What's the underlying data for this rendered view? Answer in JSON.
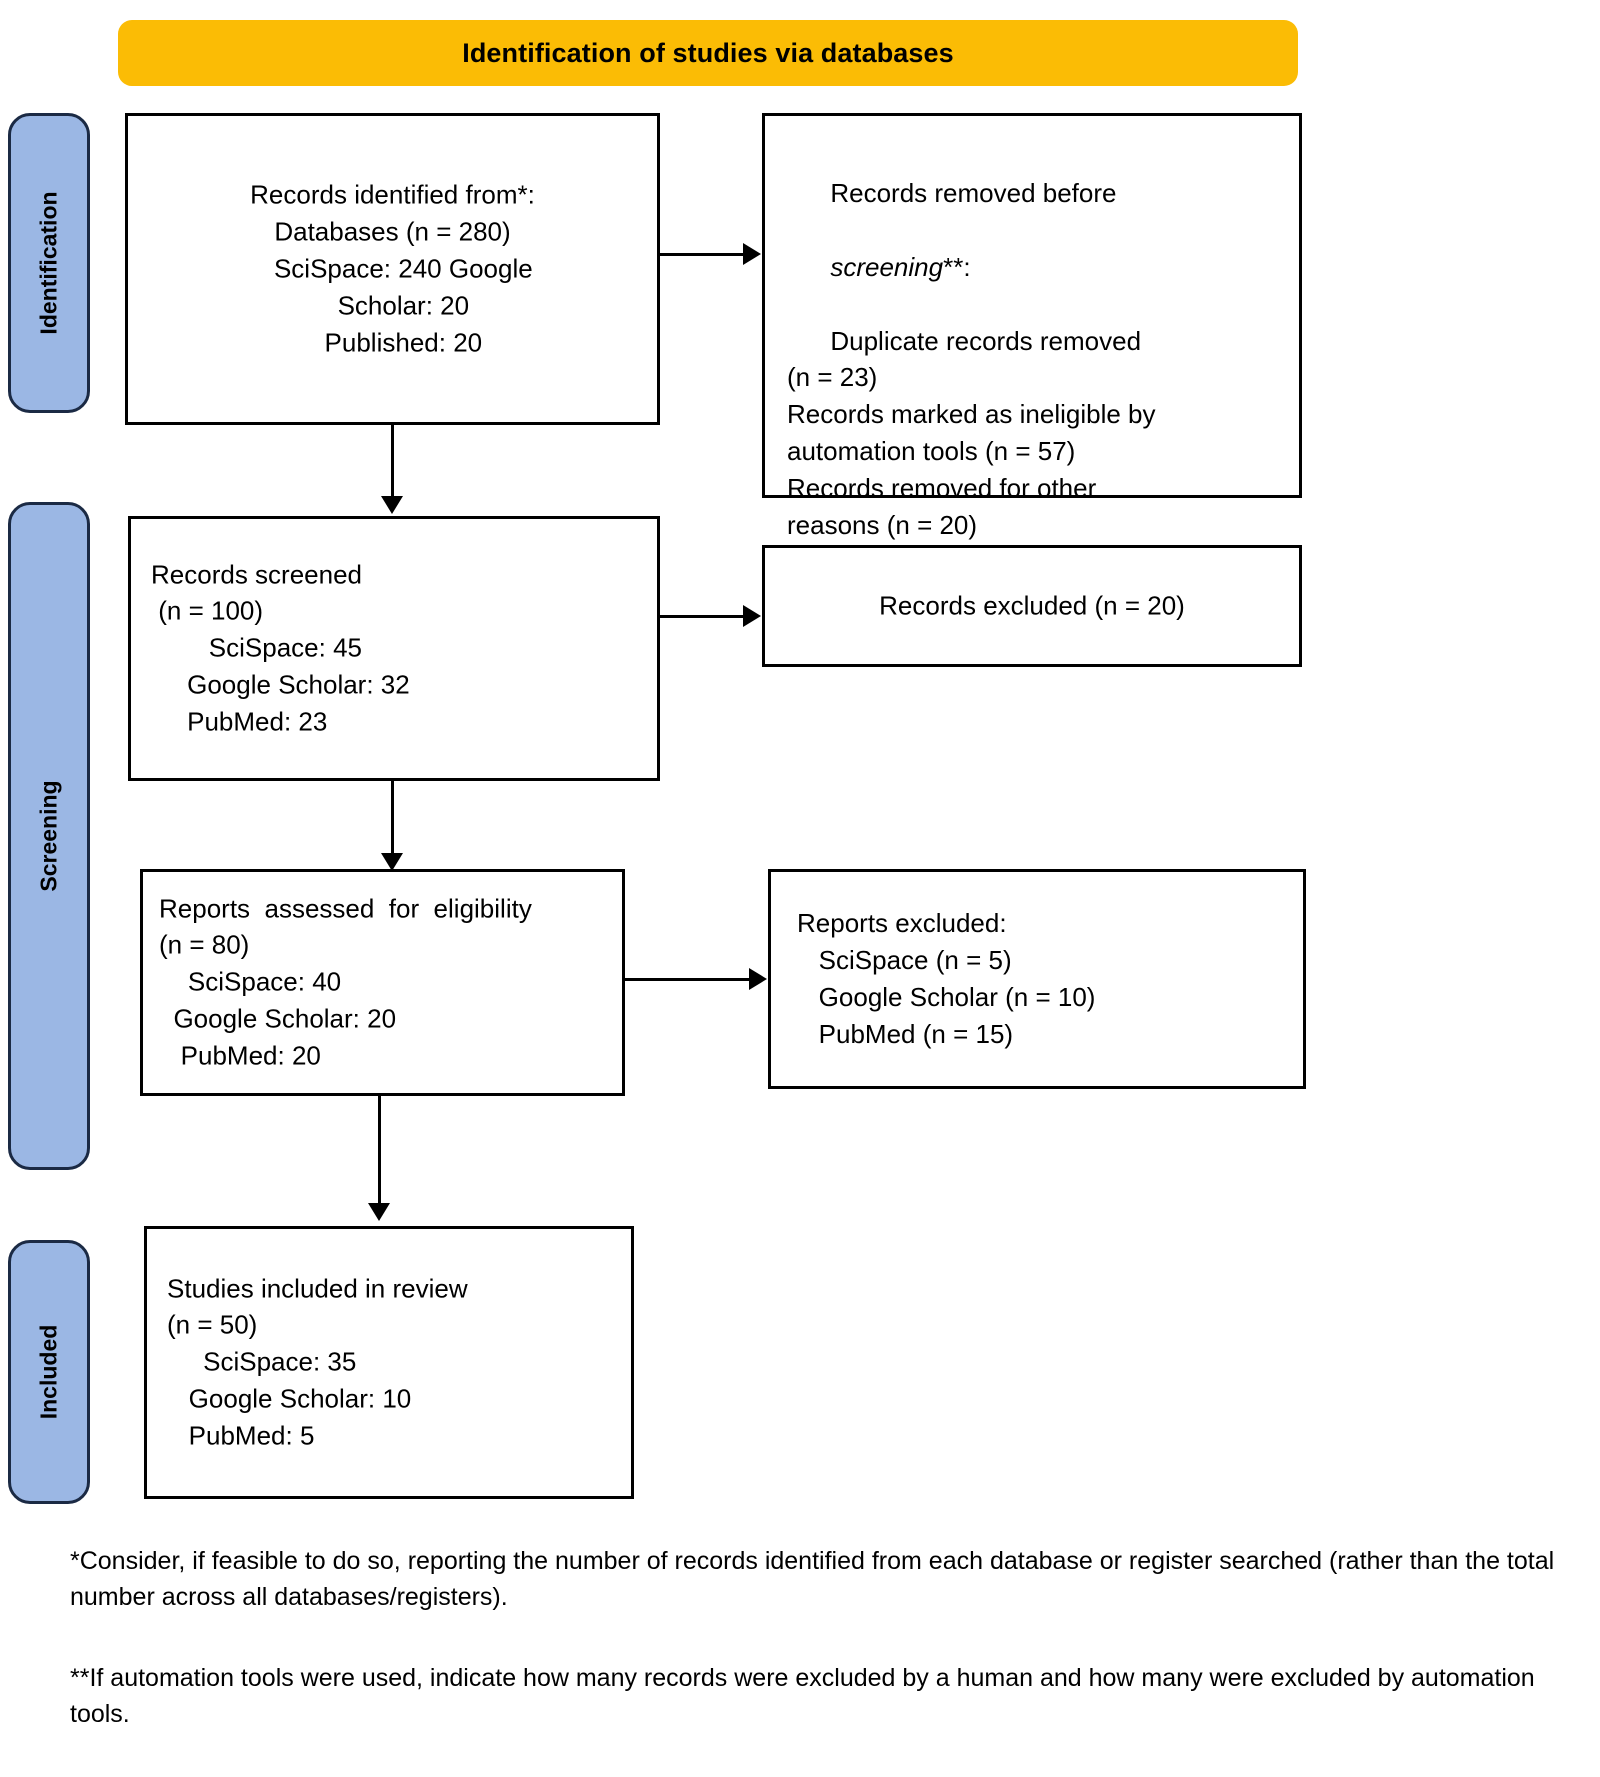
{
  "header": {
    "title": "Identification of studies via databases",
    "background_color": "#FBBC05"
  },
  "rails": {
    "background_color": "#9BB7E4",
    "border_color": "#1B2A44",
    "items": [
      {
        "label": "Identification"
      },
      {
        "label": "Screening"
      },
      {
        "label": "Included"
      }
    ]
  },
  "boxes": {
    "records_identified": {
      "text": "Records identified from*:\nDatabases (n = 280)\n   SciSpace: 240 Google\n   Scholar: 20\n   Published: 20"
    },
    "records_removed": {
      "line1": "Records removed before",
      "line2_italic": "screening",
      "line2_rest": "**:",
      "rest": "Duplicate records removed\n(n = 23)\nRecords marked as ineligible by\nautomation tools (n = 57)\nRecords removed for other\nreasons (n = 20)"
    },
    "records_screened": {
      "text": "Records screened\n (n = 100)\n        SciSpace: 45\n     Google Scholar: 32\n     PubMed: 23"
    },
    "records_excluded": {
      "text": "Records excluded (n = 20)"
    },
    "reports_assessed": {
      "text": "Reports  assessed  for  eligibility\n(n = 80)\n    SciSpace: 40\n  Google Scholar: 20\n   PubMed: 20"
    },
    "reports_excluded": {
      "text": "Reports excluded:\n   SciSpace (n = 5)\n   Google Scholar (n = 10)\n   PubMed (n = 15)"
    },
    "studies_included": {
      "text": "Studies included in review\n(n = 50)\n     SciSpace: 35\n   Google Scholar: 10\n   PubMed: 5"
    }
  },
  "footnotes": {
    "first": "*Consider, if feasible to do so, reporting the number of records identified from each database  or register searched (rather than the total number across all databases/registers).",
    "second": "**If automation tools were used, indicate how many records were excluded by a human and how many were excluded by automation tools."
  }
}
